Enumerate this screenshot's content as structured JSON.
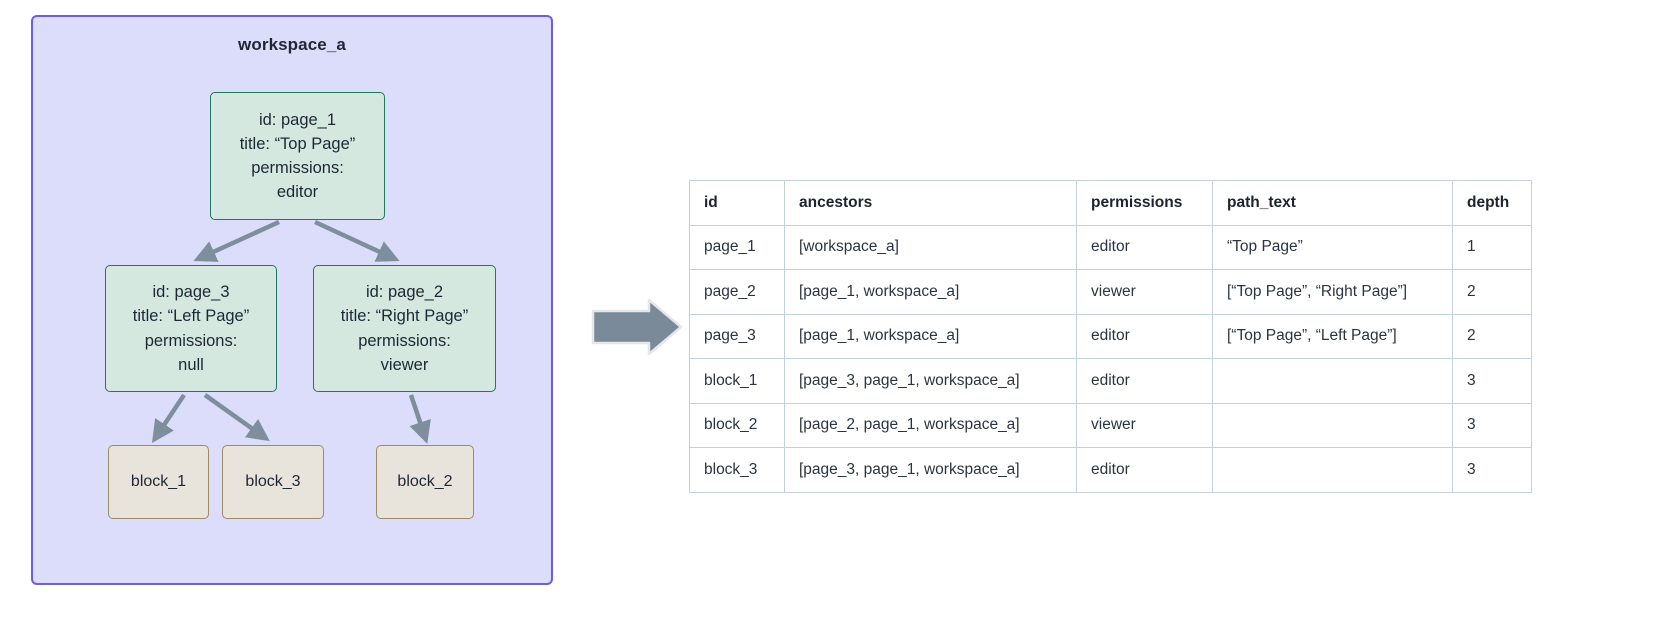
{
  "workspace": {
    "title": "workspace_a",
    "border_color": "#6c5ce7",
    "fill_color": "#dcdcfb"
  },
  "nodes": {
    "page_1": {
      "lines": [
        "id: page_1",
        "title: “Top Page”",
        "permissions:",
        "editor"
      ],
      "id": "page_1",
      "title": "“Top Page”",
      "permissions": "editor",
      "fill": "#d5e8e0",
      "stroke": "#1f7a5c"
    },
    "page_3": {
      "lines": [
        "id: page_3",
        "title: “Left Page”",
        "permissions:",
        "null"
      ],
      "id": "page_3",
      "title": "“Left Page”",
      "permissions": "null",
      "fill": "#d5e8e0",
      "stroke": "#1f7a5c"
    },
    "page_2": {
      "lines": [
        "id: page_2",
        "title: “Right Page”",
        "permissions:",
        "viewer"
      ],
      "id": "page_2",
      "title": "“Right Page”",
      "permissions": "viewer",
      "fill": "#d5e8e0",
      "stroke": "#1f7a5c"
    },
    "block_1": {
      "label": "block_1",
      "fill": "#e8e4dc",
      "stroke": "#9c8a63"
    },
    "block_3": {
      "label": "block_3",
      "fill": "#e8e4dc",
      "stroke": "#9c8a63"
    },
    "block_2": {
      "label": "block_2",
      "fill": "#e8e4dc",
      "stroke": "#9c8a63"
    }
  },
  "edges": [
    {
      "from": "page_1",
      "to": "page_3"
    },
    {
      "from": "page_1",
      "to": "page_2"
    },
    {
      "from": "page_3",
      "to": "block_1"
    },
    {
      "from": "page_3",
      "to": "block_3"
    },
    {
      "from": "page_2",
      "to": "block_2"
    }
  ],
  "transition_arrow": {
    "direction": "right",
    "color": "#7a8a99"
  },
  "table": {
    "columns": [
      "id",
      "ancestors",
      "permissions",
      "path_text",
      "depth"
    ],
    "rows": [
      {
        "id": "page_1",
        "ancestors": "[workspace_a]",
        "permissions": "editor",
        "path_text": "“Top Page”",
        "depth": "1"
      },
      {
        "id": "page_2",
        "ancestors": "[page_1, workspace_a]",
        "permissions": "viewer",
        "path_text": "[“Top Page”, “Right Page”]",
        "depth": "2"
      },
      {
        "id": "page_3",
        "ancestors": "[page_1, workspace_a]",
        "permissions": "editor",
        "path_text": "[“Top Page”, “Left Page”]",
        "depth": "2"
      },
      {
        "id": "block_1",
        "ancestors": "[page_3, page_1, workspace_a]",
        "permissions": "editor",
        "path_text": "",
        "depth": "3"
      },
      {
        "id": "block_2",
        "ancestors": "[page_2, page_1, workspace_a]",
        "permissions": "viewer",
        "path_text": "",
        "depth": "3"
      },
      {
        "id": "block_3",
        "ancestors": "[page_3, page_1, workspace_a]",
        "permissions": "editor",
        "path_text": "",
        "depth": "3"
      }
    ]
  }
}
